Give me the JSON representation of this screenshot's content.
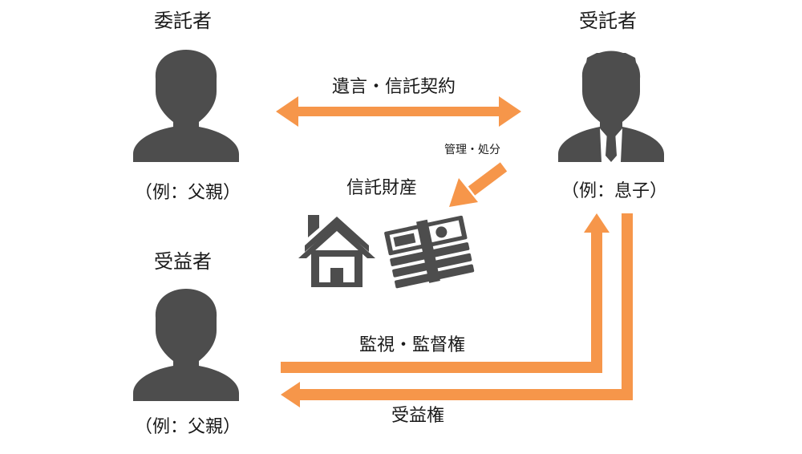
{
  "colors": {
    "arrow": "#F6964A",
    "icon": "#4D4D4D",
    "text": "#1A1A1A",
    "background": "#FFFFFF"
  },
  "settlor": {
    "role": "委託者",
    "example": "（例：父親）",
    "icon": "person-silhouette-icon"
  },
  "trustee": {
    "role": "受託者",
    "example": "（例：息子）",
    "icon": "businessman-silhouette-icon"
  },
  "beneficiary": {
    "role": "受益者",
    "example": "（例：父親）",
    "icon": "person-silhouette-icon"
  },
  "trust_property": {
    "label": "信託財産",
    "management_label": "管理・処分",
    "icons": [
      "house-icon",
      "banknote-stack-icon"
    ]
  },
  "relations": {
    "contract": "遺言・信託契約",
    "supervision": "監視・監督権",
    "beneficial_interest": "受益権"
  }
}
